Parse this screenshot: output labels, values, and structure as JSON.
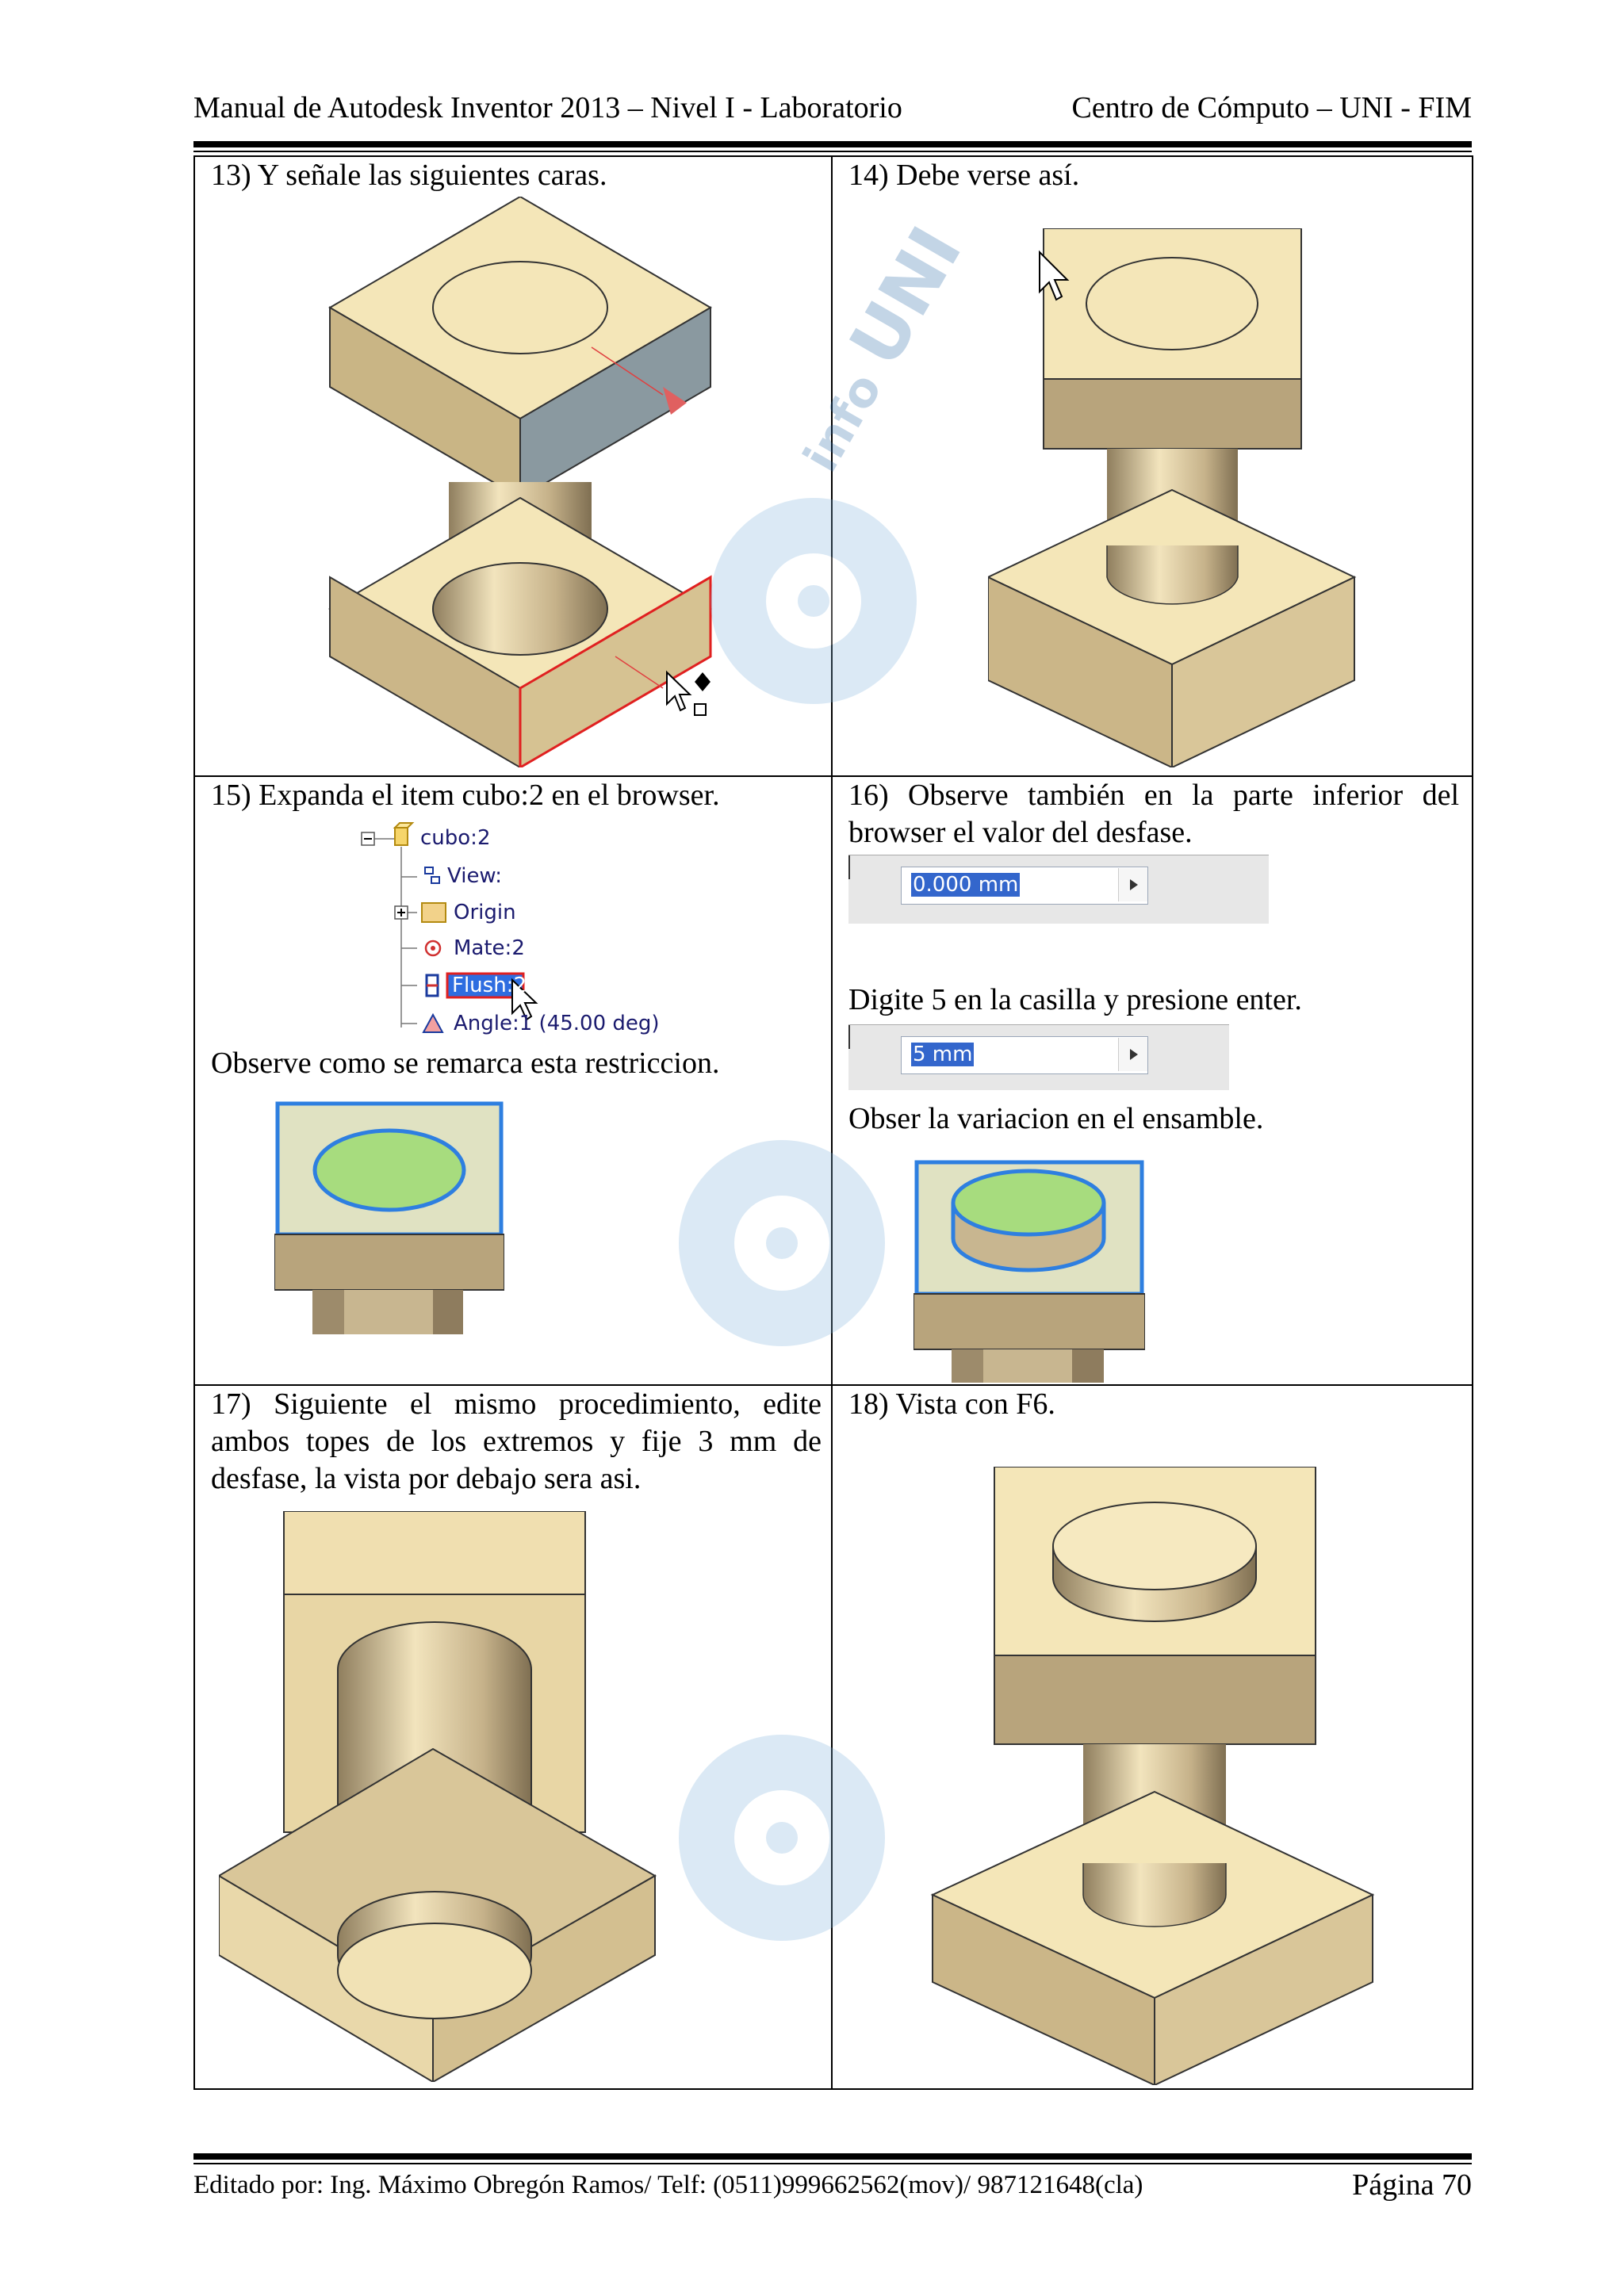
{
  "header": {
    "left": "Manual de Autodesk Inventor 2013 – Nivel I - Laboratorio",
    "right": "Centro de Cómputo – UNI - FIM"
  },
  "cells": {
    "c13": "13) Y señale las siguientes caras.",
    "c14": "14) Debe verse así.",
    "c15": "15) Expanda el item cubo:2 en el browser.",
    "c15b": "Observe como se remarca esta restriccion.",
    "c16": "16) Observe también en la parte inferior del browser el valor del desfase.",
    "c16b": "Digite 5 en la casilla y presione enter.",
    "c16c": "Obser la variacion en el ensamble.",
    "c17": "17) Siguiente el mismo procedimiento, edite ambos topes de los extremos y fije 3 mm de desfase, la vista por debajo sera asi.",
    "c18": "18) Vista con F6."
  },
  "browser_tree": {
    "root": "cubo:2",
    "items": [
      "View:",
      "Origin",
      "Mate:2",
      "Flush:2",
      "Angle:1 (45.00 deg)"
    ]
  },
  "offset_field_1": {
    "value": "0.000 mm"
  },
  "offset_field_2": {
    "value": "5 mm"
  },
  "watermark": {
    "brand": "info",
    "sub": "UNI"
  },
  "footer": {
    "left": "Editado por: Ing. Máximo Obregón Ramos/ Telf: (0511)999662562(mov)/ 987121648(cla)",
    "right": "Página 70"
  },
  "colors": {
    "part_top": "#f3e3b0",
    "part_side": "#cbb68a",
    "part_dark": "#b39f7c",
    "highlight": "#2e7fe0",
    "selection_red": "#e02020",
    "face_green": "#a7dc7e"
  }
}
